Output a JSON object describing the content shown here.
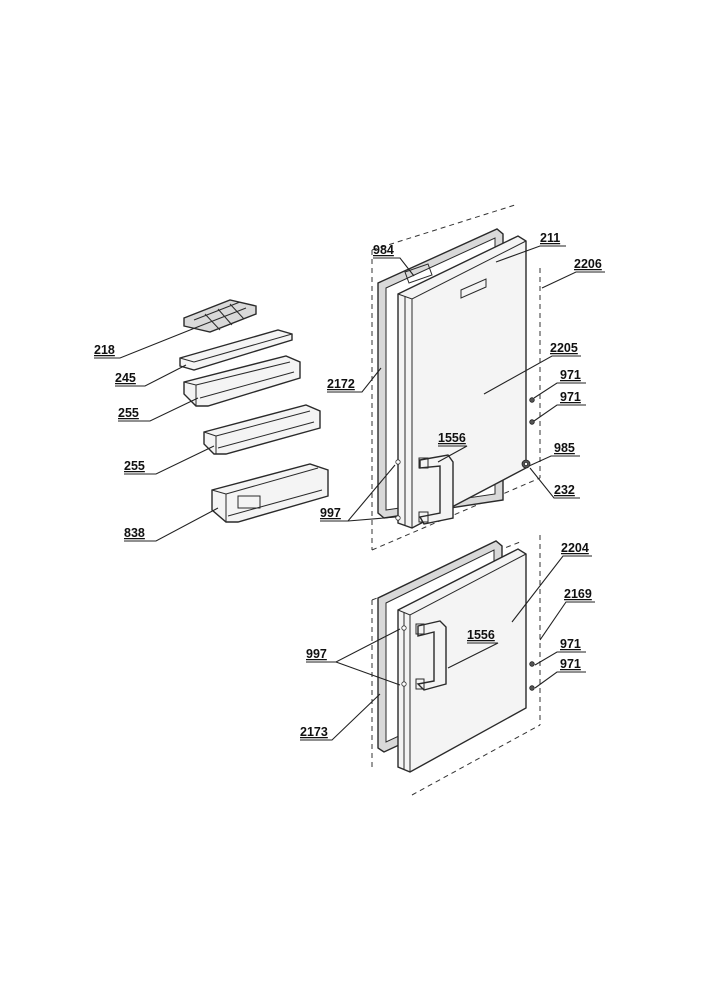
{
  "labels": {
    "p218": "218",
    "p245": "245",
    "p255a": "255",
    "p255b": "255",
    "p838": "838",
    "p984": "984",
    "p211": "211",
    "p2206": "2206",
    "p2172": "2172",
    "p2205": "2205",
    "p971a": "971",
    "p971b": "971",
    "p1556a": "1556",
    "p985": "985",
    "p232": "232",
    "p997a": "997",
    "p2204": "2204",
    "p2169": "2169",
    "p997b": "997",
    "p1556b": "1556",
    "p971c": "971",
    "p971d": "971",
    "p2173": "2173"
  }
}
